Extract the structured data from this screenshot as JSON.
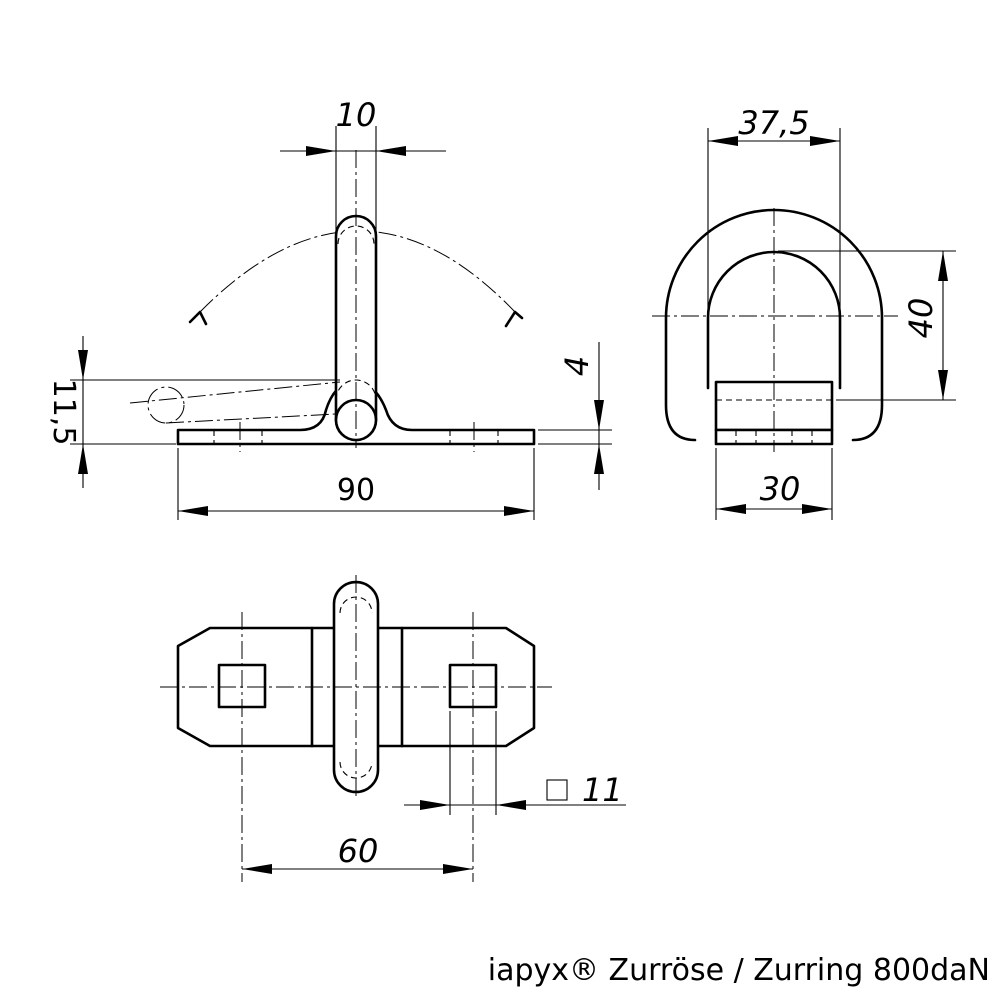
{
  "diagram": {
    "caption": "iapyx® Zurröse / Zurring 800daN",
    "dimensions": {
      "top_width": "10",
      "total_length": "90",
      "height": "11,5",
      "thickness": "4",
      "ring_width": "37,5",
      "ring_height": "40",
      "plate_width": "30",
      "hole_spacing": "60",
      "square_hole": "11",
      "square_symbol": "□"
    }
  }
}
